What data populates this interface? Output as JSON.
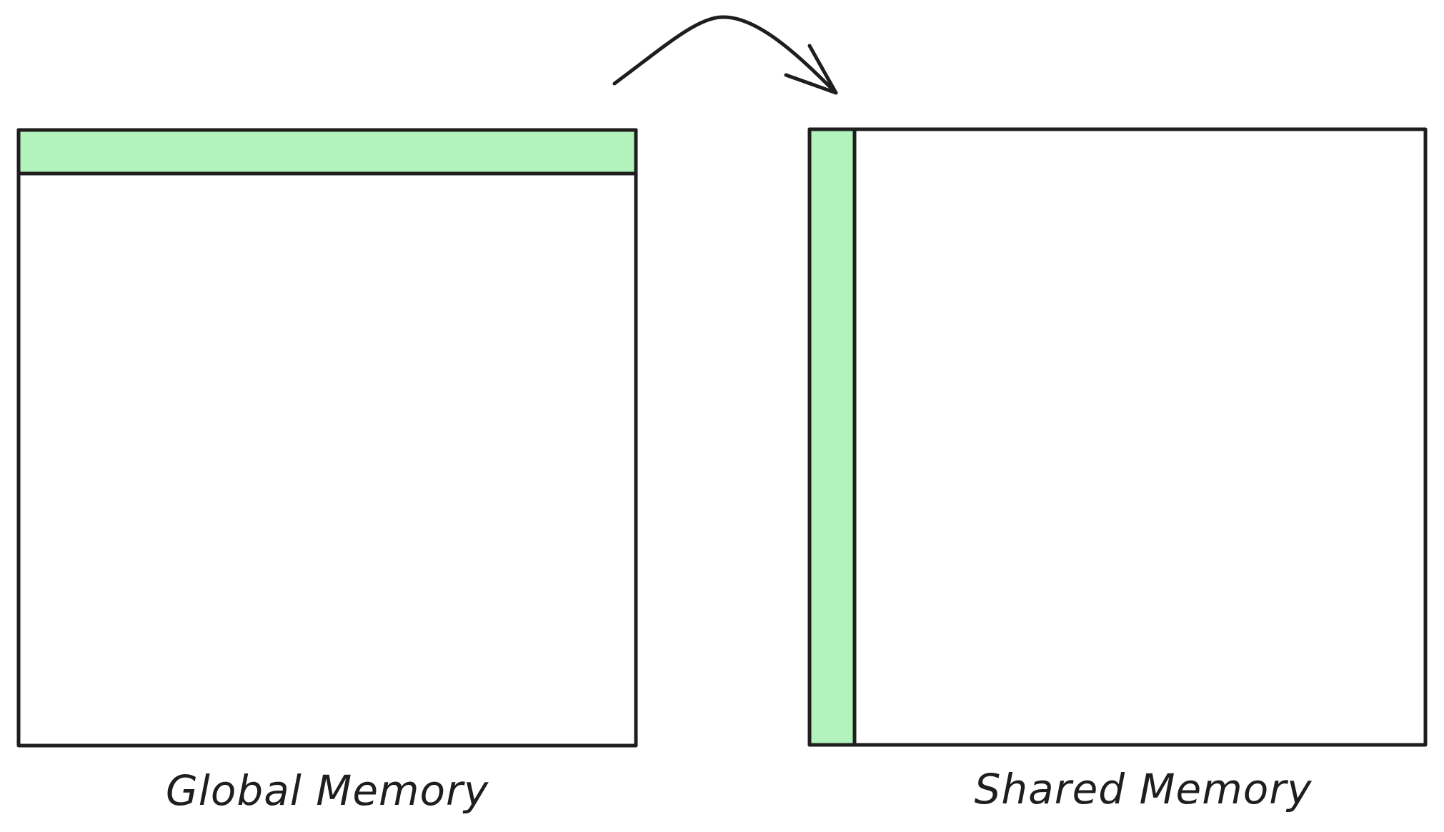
{
  "diagram": {
    "left_panel": {
      "label": "Global Memory",
      "highlight": "top-row"
    },
    "right_panel": {
      "label": "Shared Memory",
      "highlight": "left-column"
    },
    "arrow": {
      "direction": "left-to-right",
      "from": "Global Memory",
      "to": "Shared Memory"
    },
    "colors": {
      "stroke": "#1e1e1e",
      "highlight_fill": "#b2f2bb",
      "background": "#ffffff"
    }
  }
}
